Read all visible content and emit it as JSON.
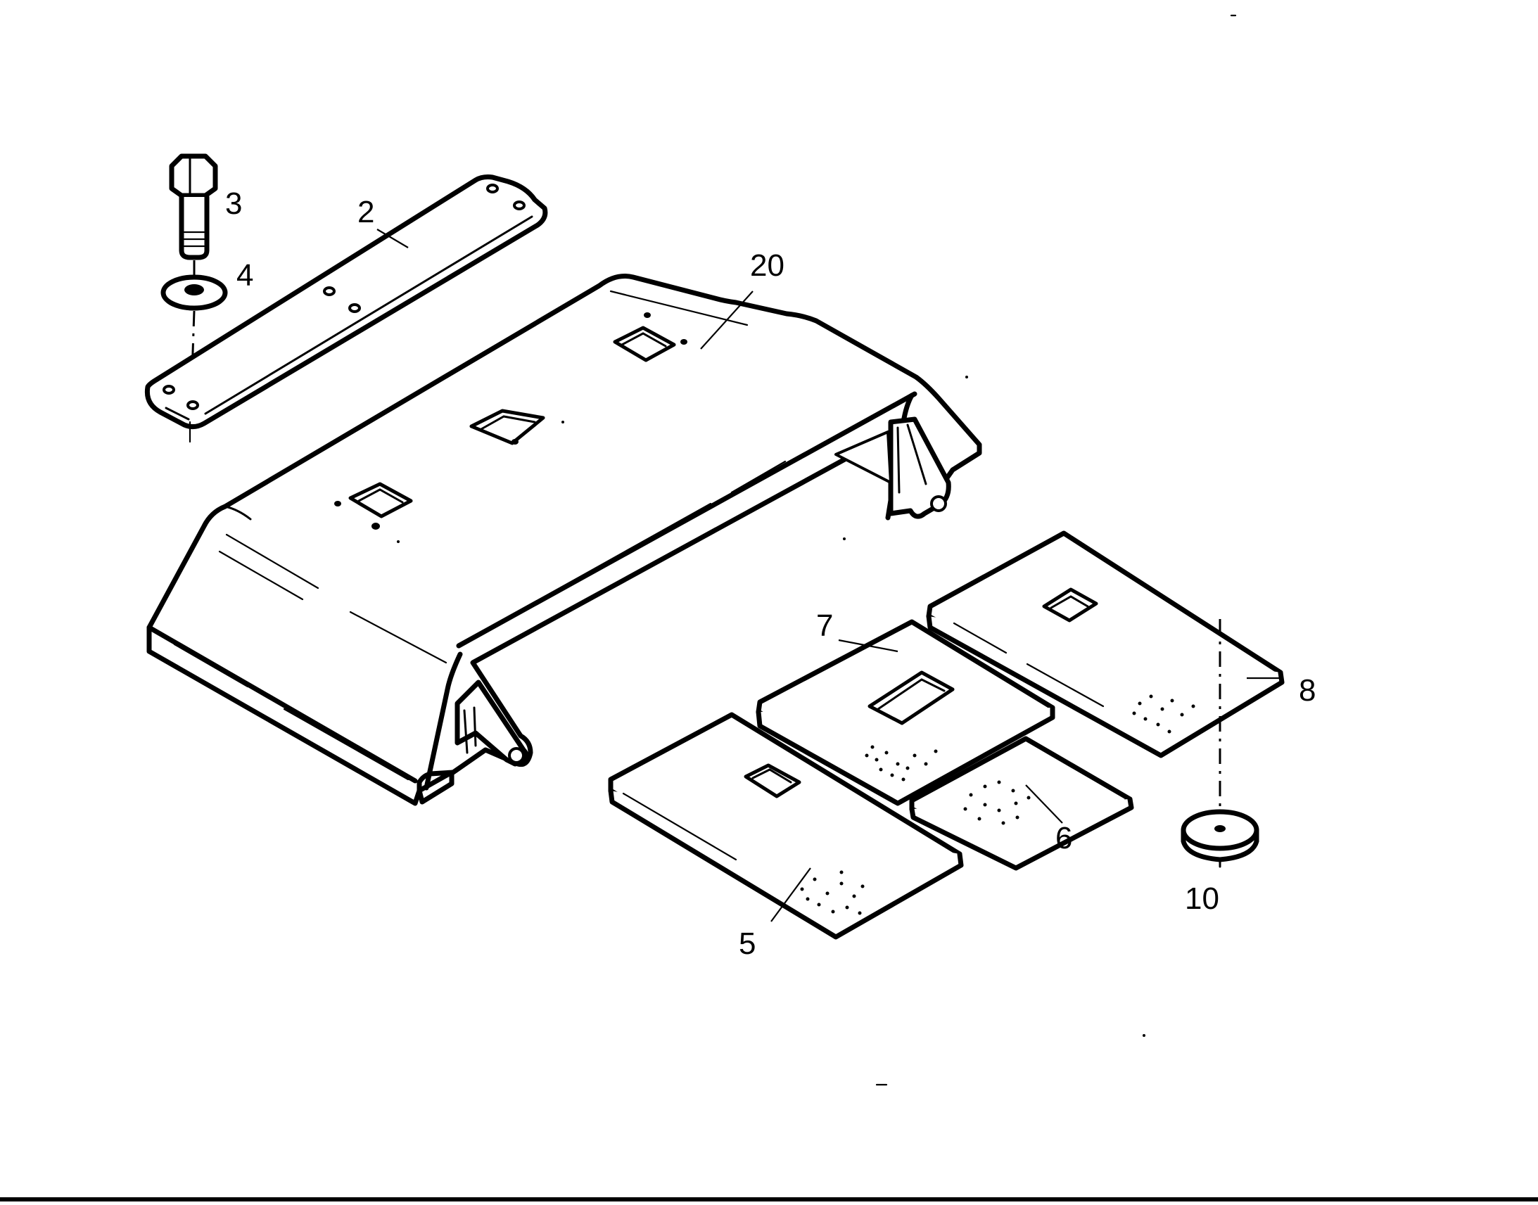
{
  "callouts": {
    "c2": "2",
    "c3": "3",
    "c4": "4",
    "c20": "20",
    "c7": "7",
    "c8": "8",
    "c6": "6",
    "c10": "10",
    "c5": "5"
  }
}
